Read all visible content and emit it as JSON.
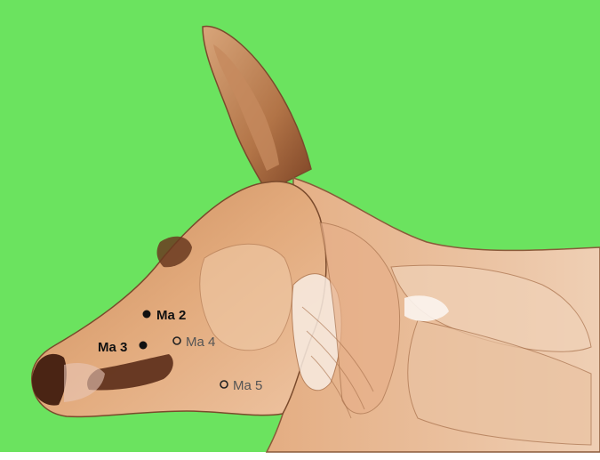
{
  "colors": {
    "background": "#6be35f",
    "fur_light": "#e9b68c",
    "fur_mid": "#d99a66",
    "fur_dark": "#8a4a28",
    "muscle_pale": "#f3d6bf",
    "muscle_line": "#b07a55",
    "primary_point": "#111111",
    "secondary_point": "#555555"
  },
  "points": [
    {
      "id": "ma2",
      "label": "Ma 2",
      "kind": "primary"
    },
    {
      "id": "ma3",
      "label": "Ma 3",
      "kind": "primary"
    },
    {
      "id": "ma4",
      "label": "Ma 4",
      "kind": "secondary"
    },
    {
      "id": "ma5",
      "label": "Ma 5",
      "kind": "secondary"
    }
  ]
}
